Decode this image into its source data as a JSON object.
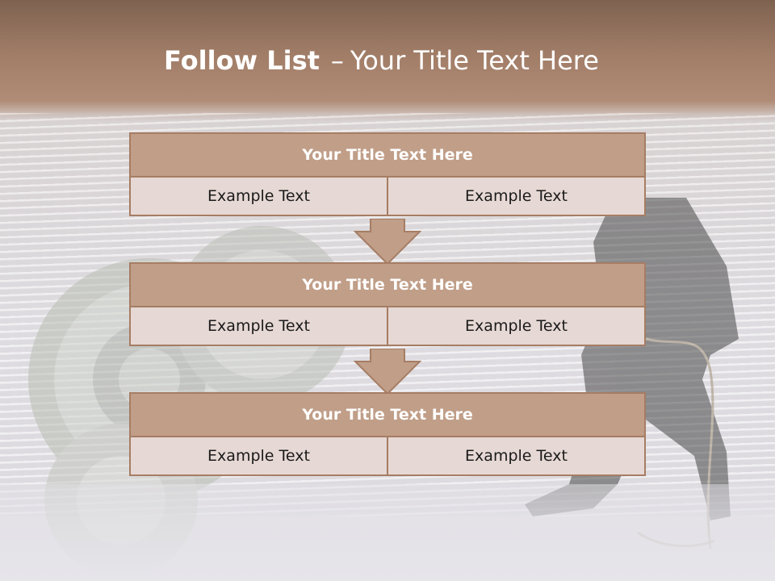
{
  "slide": {
    "title_bold": "Follow List",
    "title_sep": "–",
    "title_rest": "Your Title Text Here"
  },
  "blocks": [
    {
      "title": "Your Title Text Here",
      "left": "Example Text",
      "right": "Example Text"
    },
    {
      "title": "Your Title Text Here",
      "left": "Example Text",
      "right": "Example Text"
    },
    {
      "title": "Your Title Text Here",
      "left": "Example Text",
      "right": "Example Text"
    }
  ],
  "colors": {
    "header_band": "#a27e68",
    "block_header": "#c09e88",
    "block_border": "#a67d64",
    "cell_fill": "#e6d8d4",
    "arrow_fill": "#c09e88"
  },
  "icons": [
    "gear-icon",
    "down-arrow-icon"
  ]
}
